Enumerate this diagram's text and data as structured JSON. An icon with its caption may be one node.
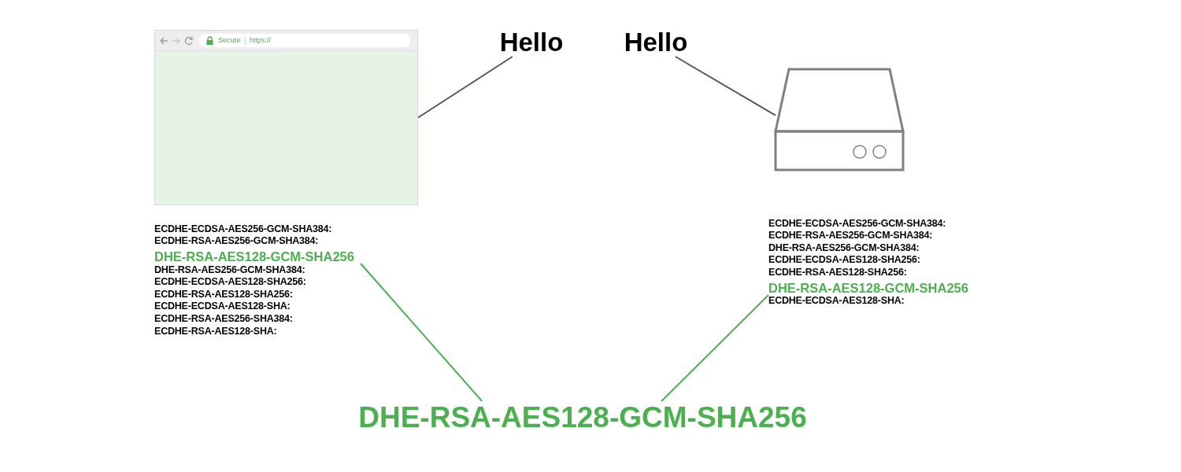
{
  "diagram": {
    "nodes": [
      {
        "text": [
          "Secure",
          "https://"
        ]
      },
      {
        "text": [
          "Hello"
        ]
      },
      {
        "text": [
          "Hello"
        ]
      },
      {
        "text": [],
        "shape": "server"
      },
      {
        "text": [
          "DHE-RSA-AES128-GCM-SHA256"
        ]
      },
      {
        "text": [
          "DHE-RSA-AES128-GCM-SHA256"
        ]
      },
      {
        "text": [
          "DHE-RSA-AES128-GCM-SHA256"
        ]
      }
    ],
    "edges": [
      {
        "from": 1,
        "to": 0,
        "arrow": "none",
        "color": "#555555"
      },
      {
        "from": 2,
        "to": 3,
        "arrow": "none",
        "color": "#555555"
      },
      {
        "from": 4,
        "to": 6,
        "arrow": "none",
        "color": "#4caf50"
      },
      {
        "from": 5,
        "to": 6,
        "arrow": "none",
        "color": "#4caf50"
      }
    ],
    "labels": [
      "ECDHE-ECDSA-AES256-GCM-SHA384:",
      "ECDHE-RSA-AES256-GCM-SHA384:",
      "DHE-RSA-AES256-GCM-SHA384:",
      "ECDHE-ECDSA-AES128-SHA256:",
      "ECDHE-RSA-AES128-SHA256:",
      "ECDHE-ECDSA-AES128-SHA:",
      "ECDHE-RSA-AES256-SHA384:",
      "ECDHE-RSA-AES128-SHA:",
      "ECDHE-ECDSA-AES256-GCM-SHA384:",
      "ECDHE-RSA-AES256-GCM-SHA384:",
      "DHE-RSA-AES256-GCM-SHA384:",
      "ECDHE-ECDSA-AES128-SHA256:",
      "ECDHE-RSA-AES128-SHA256:",
      "ECDHE-ECDSA-AES128-SHA:"
    ]
  }
}
